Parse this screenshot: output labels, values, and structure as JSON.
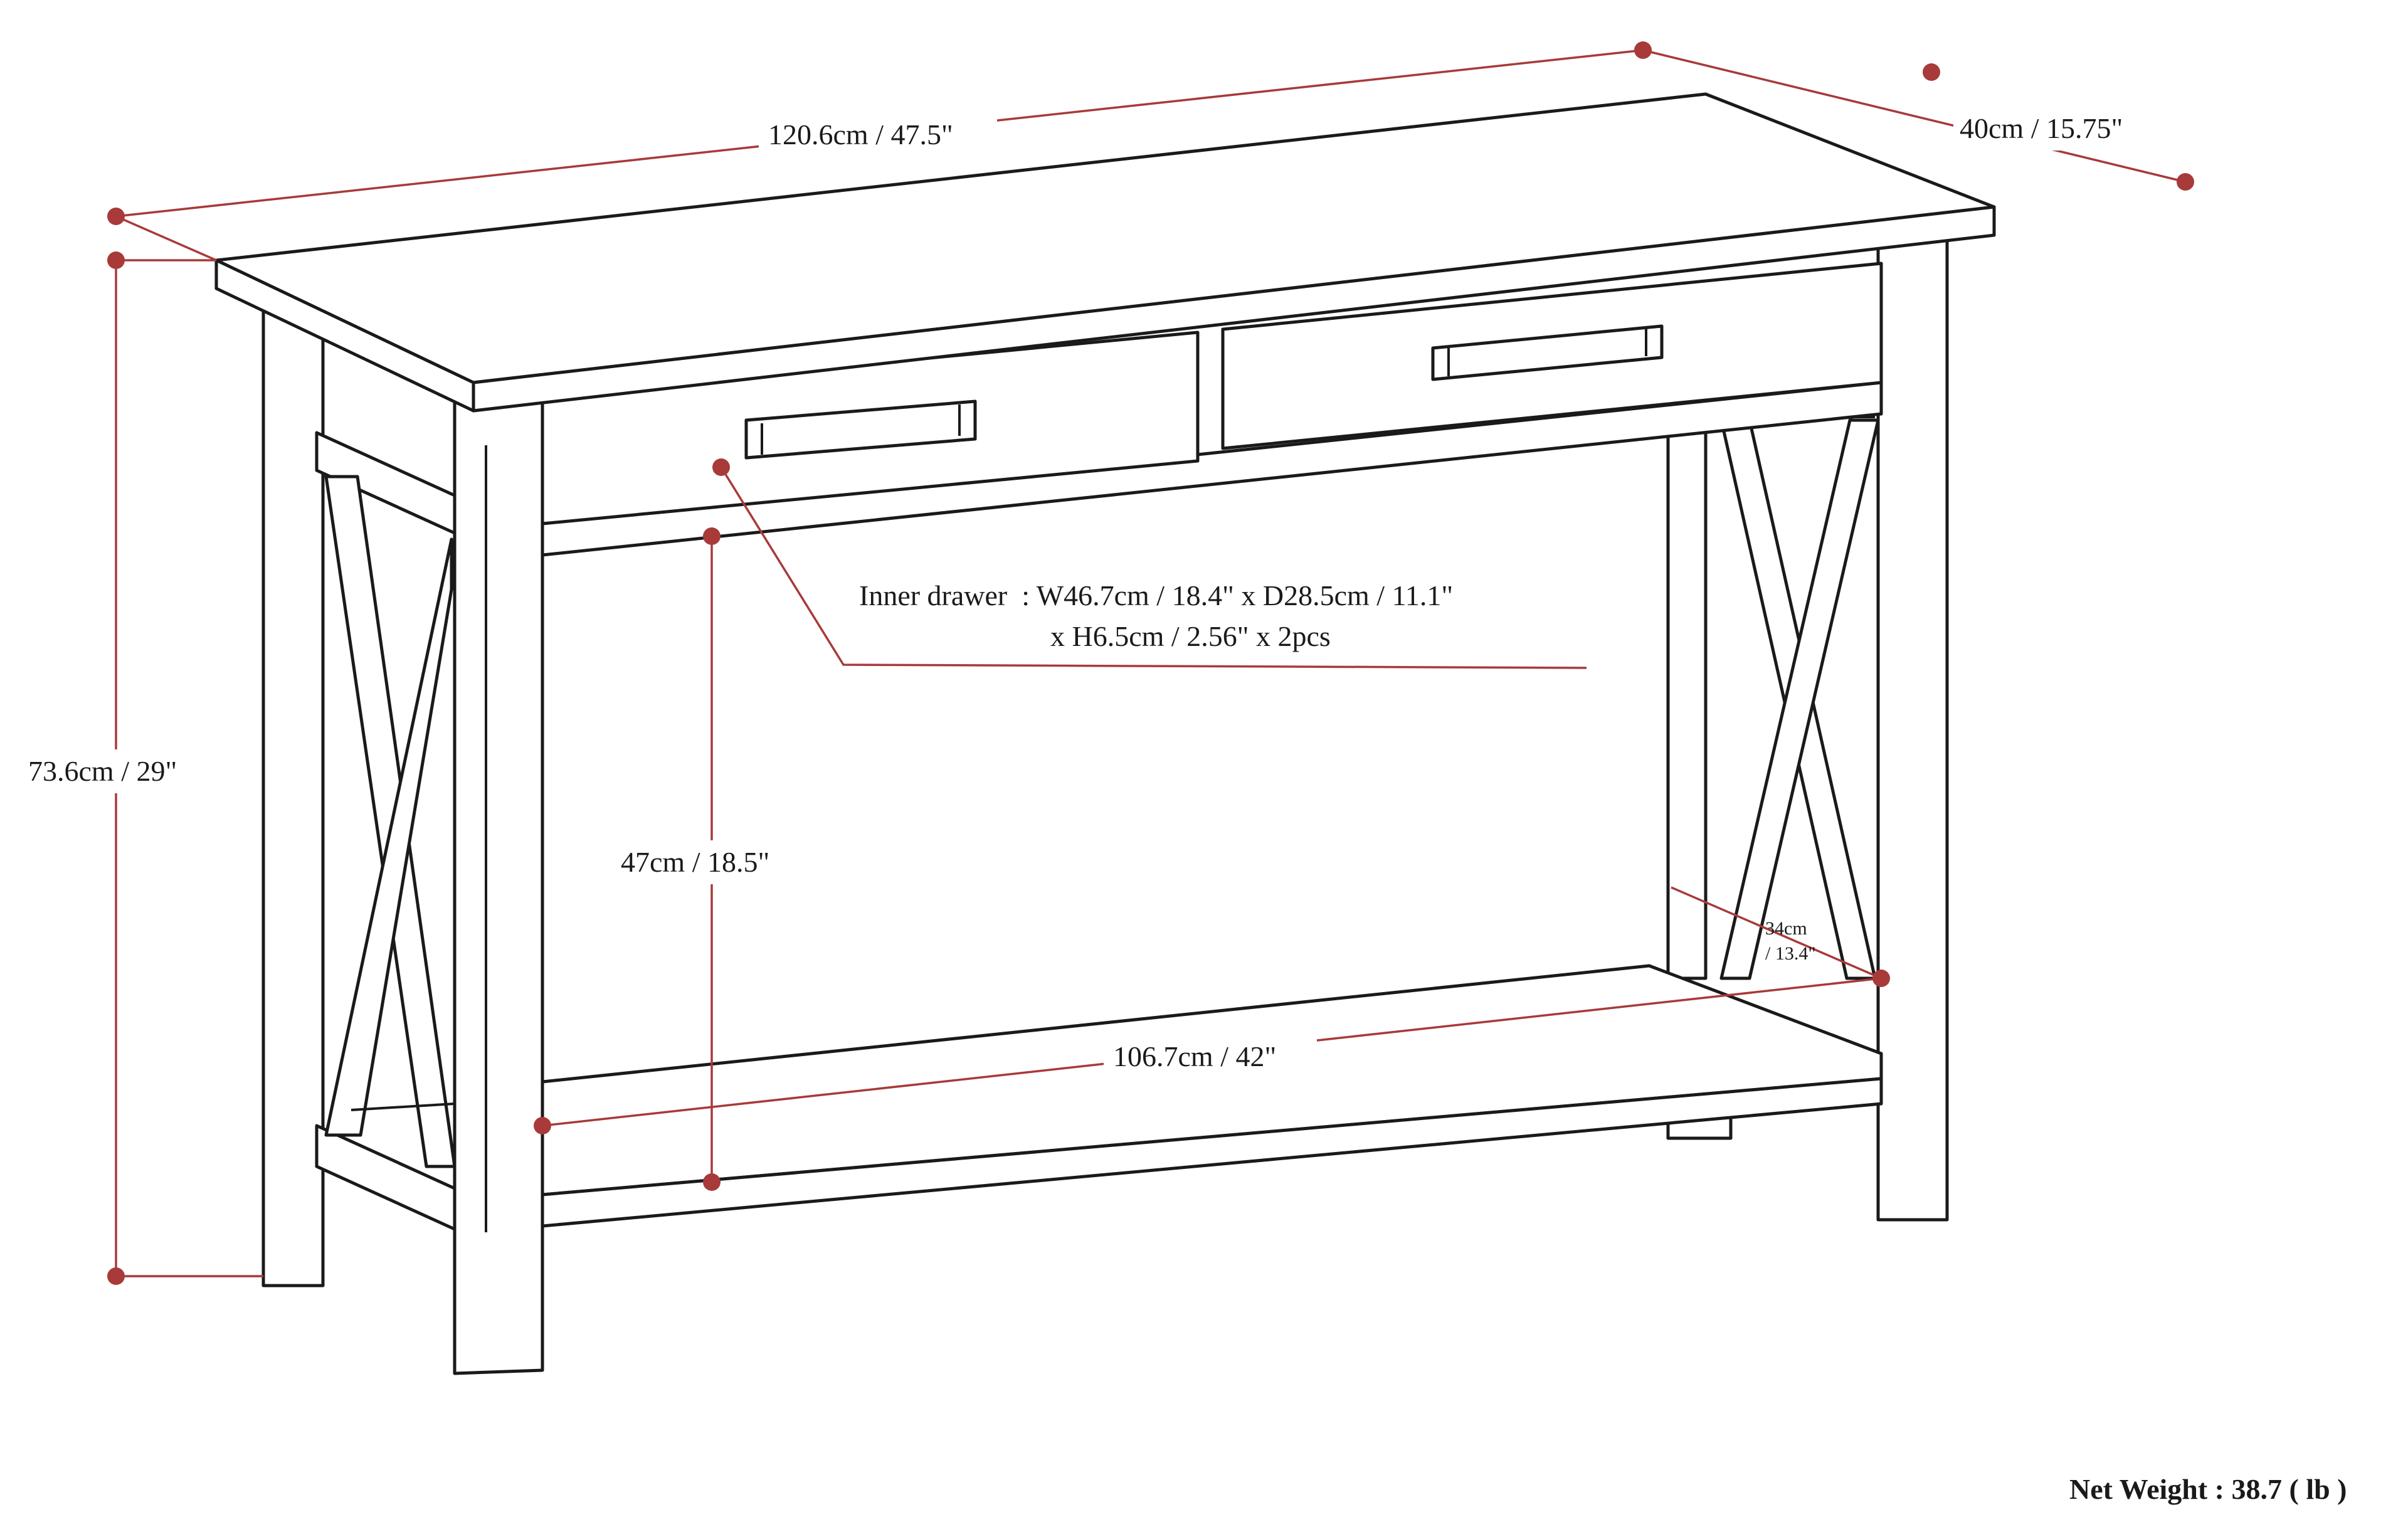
{
  "diagram": {
    "dimensions": {
      "overall_width": "120.6cm / 47.5\"",
      "depth": "40cm / 15.75\"",
      "overall_height": "73.6cm / 29\"",
      "shelf_clearance": "47cm / 18.5\"",
      "shelf_width": "106.7cm / 42\"",
      "shelf_depth_cm": "34cm",
      "shelf_depth_in": "/ 13.4\""
    },
    "inner_drawer": {
      "line1": "Inner drawer  : W46.7cm / 18.4\" x D28.5cm / 11.1\"",
      "line2": "x H6.5cm / 2.56\" x 2pcs"
    },
    "net_weight": "Net Weight : 38.7 ( lb )",
    "colors": {
      "line": "#1a1a1a",
      "dimension": "#a83a3a",
      "background": "#ffffff"
    }
  }
}
